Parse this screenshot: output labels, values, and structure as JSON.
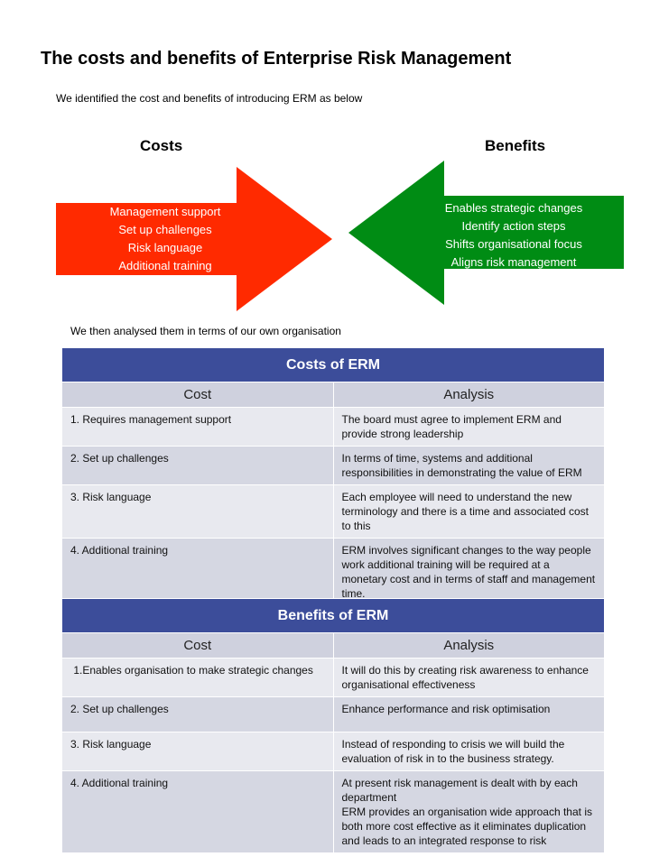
{
  "title": "The costs and benefits of Enterprise Risk Management",
  "intro": "We identified the cost and benefits of introducing ERM as below",
  "costs_arrow": {
    "heading": "Costs",
    "color": "#ff2a00",
    "items": [
      "Management support",
      "Set up challenges",
      "Risk language",
      "Additional training"
    ]
  },
  "benefits_arrow": {
    "heading": "Benefits",
    "color": "#008c14",
    "items": [
      "Enables strategic changes",
      "Identify action steps",
      "Shifts organisational focus",
      "Aligns risk management"
    ]
  },
  "analysed_text": "We then analysed them in terms of our own organisation",
  "costs_table": {
    "title": "Costs of ERM",
    "col1": "Cost",
    "col2": "Analysis",
    "rows": [
      {
        "cost": "1. Requires management support",
        "analysis": "The board must agree to implement ERM and provide strong leadership"
      },
      {
        "cost": "2. Set up challenges",
        "analysis": "In terms of time, systems and additional responsibilities in demonstrating the value of ERM"
      },
      {
        "cost": "3. Risk language",
        "analysis": "Each employee will need to understand the new terminology and there is a time and associated cost to this"
      },
      {
        "cost": "4. Additional training",
        "analysis_lines": [
          "ERM involves significant changes to the way people work additional training will be required at a",
          "monetary cost and in terms of staff and management time."
        ]
      }
    ]
  },
  "benefits_table": {
    "title": "Benefits of ERM",
    "col1": "Cost",
    "col2": "Analysis",
    "rows": [
      {
        "cost": " 1.Enables organisation to make strategic changes",
        "analysis": "It will do this by creating risk awareness to enhance organisational effectiveness"
      },
      {
        "cost": "2. Set up challenges",
        "analysis": "Enhance performance and risk optimisation"
      },
      {
        "cost": "3. Risk language",
        "analysis": "Instead of responding to crisis we will build the evaluation of risk in to the business strategy."
      },
      {
        "cost": "4. Additional training",
        "analysis_lines": [
          "At present risk management is dealt with by each department",
          "ERM provides an organisation wide approach that is both more cost effective as it eliminates duplication and leads to an integrated response to risk"
        ]
      }
    ]
  }
}
